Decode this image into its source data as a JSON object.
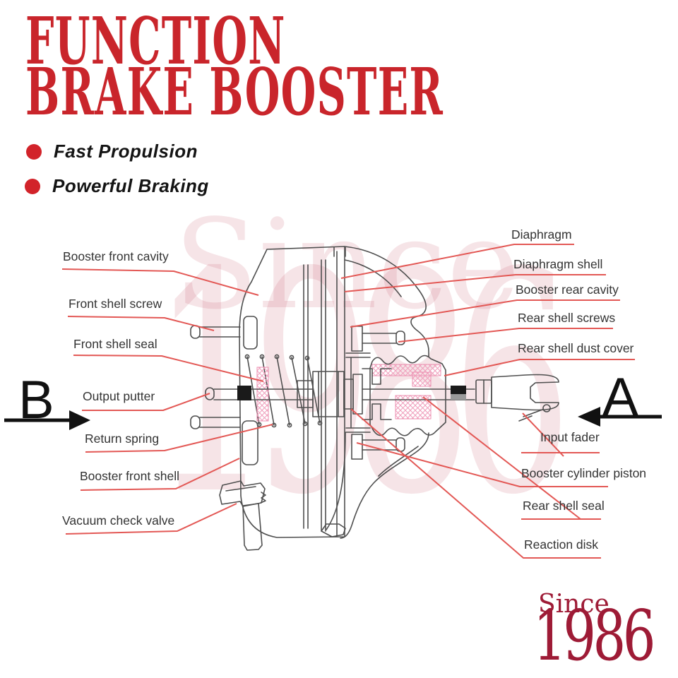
{
  "title": {
    "line1": "FUNCTION",
    "line2": "BRAKE BOOSTER"
  },
  "features": [
    {
      "label": "Fast Propulsion"
    },
    {
      "label": "Powerful Braking"
    }
  ],
  "arrows": {
    "output_side": "B",
    "input_side": "A"
  },
  "diagram": {
    "labels_left": [
      {
        "text": "Booster front cavity"
      },
      {
        "text": "Front shell screw"
      },
      {
        "text": "Front shell seal"
      },
      {
        "text": "Output putter"
      },
      {
        "text": "Return spring"
      },
      {
        "text": "Booster front shell"
      },
      {
        "text": "Vacuum check valve"
      }
    ],
    "labels_right": [
      {
        "text": "Diaphragm"
      },
      {
        "text": "Diaphragm shell"
      },
      {
        "text": "Booster rear cavity"
      },
      {
        "text": "Rear shell screws"
      },
      {
        "text": "Rear shell dust cover"
      },
      {
        "text": "Input fader"
      },
      {
        "text": "Booster cylinder piston"
      },
      {
        "text": "Rear shell seal"
      },
      {
        "text": "Reaction disk"
      }
    ]
  },
  "watermark": {
    "word": "Since",
    "year": "1986"
  },
  "logo": {
    "word": "Since",
    "year": "1986"
  },
  "colors": {
    "title_red": "#c9252b",
    "bullet_red": "#d2232a",
    "leader_red": "#e35855",
    "line_gray": "#4f4f4f",
    "seal_pink": "#ec8fb0",
    "logo_crimson": "#9e1b36"
  }
}
